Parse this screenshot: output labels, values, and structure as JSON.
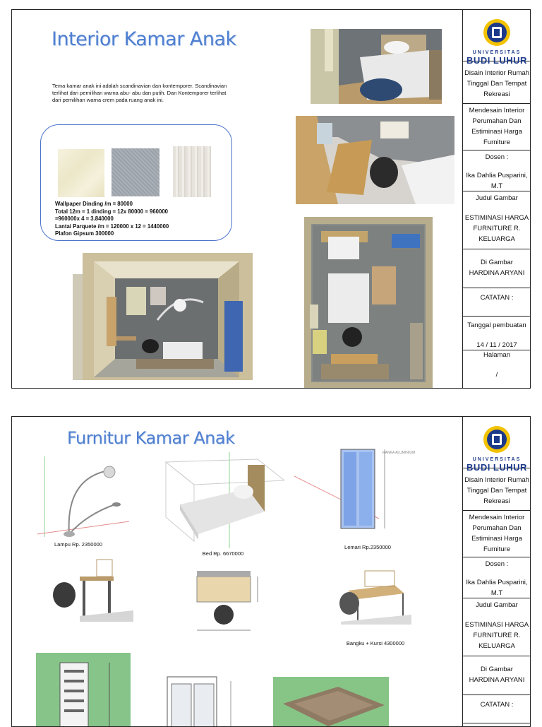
{
  "sidebar": {
    "university_top": "UNIVERSITAS",
    "university_name": "BUDI LUHUR",
    "project": "Disain Interior Rumah Tinggal Dan Tempat Rekreasi",
    "task": "Mendesain Interior Perumahan Dan Estiminasi Harga Furniture",
    "dosen_label": "Dosen :",
    "dosen_name": "Ika Dahlia Pusparini, M.T",
    "judul_label": "Judul Gambar",
    "judul_value": "ESTIMINASI HARGA FURNITURE R. KELUARGA",
    "drawn_label": "Di Gambar",
    "drawn_name": "HARDINA ARYANI",
    "catatan_label": "CATATAN :",
    "tanggal_label": "Tanggal pembuatan",
    "tanggal_value": "14 / 11 / 2017",
    "halaman_label": "Halaman",
    "halaman_value": "/"
  },
  "page1": {
    "title": "Interior Kamar Anak",
    "description": "Tema kamar anak ini adalah scandinavian dan kontemporer. Scandinavian terlihat dari pemilihan warna abu- abu dan putih. Dan Kontemporer terlihat dari pemilihan warna crem pada ruang anak ini.",
    "costs": [
      "Wallpaper Dinding  /m = 80000",
      "Total 12m = 1 dinding = 12x 80000 = 960000",
      "=960000x 4 = 3.840000",
      "Lantai Parquete /m = 120000 x 12 = 1440000",
      "Plafon Gipsum 300000"
    ]
  },
  "page2": {
    "title": "Furnitur Kamar Anak",
    "captions": {
      "lamp": "Lampu Rp. 2350000",
      "bed": "Bed Rp. 6670000",
      "wardrobe": "Lemari Rp.2350000",
      "desk": "Bangku + Kursi 4300000"
    }
  },
  "colors": {
    "title_blue": "#4f7fd0",
    "logo_blue": "#1d3a8a",
    "logo_yellow": "#f2c200",
    "box_border": "#4a74c9"
  }
}
